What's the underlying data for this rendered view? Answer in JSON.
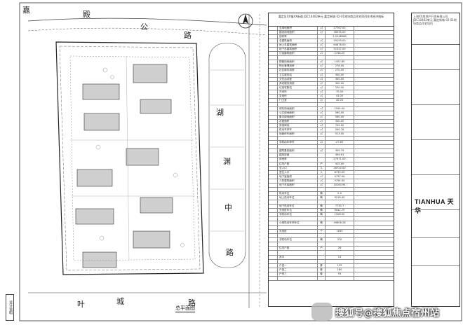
{
  "roads": {
    "top_left_char": "嘉",
    "top_1": "殿",
    "top_2": "公",
    "top_3": "路",
    "right_1": "湖",
    "right_2": "渊",
    "right_3": "中",
    "right_4": "路",
    "bottom_1": "叶",
    "bottom_2": "城",
    "bottom_3": "路"
  },
  "table": {
    "title": "嘉定区XX镇XX街道 JDC10402单元 嘉定新城 02-01地块商品住宅项目技术经济指标",
    "rows": [
      [
        "",
        "总用地面积",
        "㎡",
        "27767.00"
      ],
      [
        "",
        "建设用地面积",
        "㎡",
        "18035.00"
      ],
      [
        "",
        "容积率",
        "",
        "3.5248968"
      ],
      [
        "",
        "总建筑面积",
        "㎡",
        "59159.00"
      ],
      [
        "",
        "地上总建筑面积",
        "㎡",
        "64876.00"
      ],
      [
        "",
        "地下总建筑面积",
        "㎡",
        "51337.00"
      ],
      [
        "",
        "计容建筑面积",
        "㎡",
        "2748.20"
      ],
      [
        "",
        "",
        "",
        ""
      ],
      [
        "",
        "配套用房面积",
        "㎡",
        "1452.80"
      ],
      [
        "",
        "物业管理用房",
        "㎡",
        "278.00"
      ],
      [
        "",
        "社区服务用房",
        "㎡",
        "270.00"
      ],
      [
        "",
        "卫生服务站",
        "㎡",
        "300.00"
      ],
      [
        "",
        "文化活动室",
        "㎡",
        "300.00"
      ],
      [
        "",
        "养老服务用房",
        "㎡",
        "300.00"
      ],
      [
        "",
        "垃圾收集站",
        "㎡",
        "250.00"
      ],
      [
        "",
        "开闭所",
        "㎡",
        "70.00"
      ],
      [
        "",
        "变电所",
        "㎡",
        "43.00"
      ],
      [
        "",
        "门卫室",
        "㎡",
        "40.00"
      ],
      [
        "",
        "",
        "",
        ""
      ],
      [
        "",
        "绿化用地面积",
        "㎡",
        "1595.00"
      ],
      [
        "",
        "公共绿地面积",
        "㎡",
        "560.00"
      ],
      [
        "",
        "集中绿地面积",
        "㎡",
        "560.00"
      ],
      [
        "",
        "水面面积",
        "㎡",
        "330.00"
      ],
      [
        "",
        "其他绿地",
        "㎡",
        "705.00"
      ],
      [
        "",
        "机动车停车",
        "㎡",
        "540.76"
      ],
      [
        "",
        "地面停车面积",
        "㎡",
        "513.00"
      ],
      [
        "",
        "",
        "",
        ""
      ],
      [
        "",
        "非机动车停车",
        "㎡",
        "27.80"
      ],
      [
        "",
        "",
        "",
        ""
      ],
      [
        "",
        "建筑基底面积",
        "㎡",
        "309.79"
      ],
      [
        "",
        "建筑密度",
        "",
        "394.61"
      ],
      [
        "",
        "绿地率",
        "",
        "27971.00"
      ],
      [
        "",
        "住宅户数",
        "户",
        "425.00"
      ],
      [
        "",
        "总人口",
        "人",
        "26720.00"
      ],
      [
        "",
        "居住人口",
        "人",
        "8733.00"
      ],
      [
        "",
        "地下室面积",
        "㎡",
        "9732.06"
      ],
      [
        "",
        "人防建筑面积",
        "㎡",
        "9794.00"
      ],
      [
        "",
        "地下车库面积",
        "㎡",
        "10260.94"
      ],
      [
        "",
        "",
        "",
        ""
      ],
      [
        "",
        "机动车位",
        "辆",
        "2.0"
      ],
      [
        "",
        "地上机动车位",
        "辆",
        "9218.45"
      ],
      [
        "",
        "",
        "",
        ""
      ],
      [
        "",
        "地下机动车位",
        "辆",
        "7730.7"
      ],
      [
        "",
        "充电桩车位",
        "辆",
        "6042.70"
      ],
      [
        "",
        "非机动车位",
        "辆",
        "1508.00"
      ],
      [
        "",
        "",
        "",
        ""
      ],
      [
        "",
        "小型机动车停车位",
        "辆",
        "39808.26"
      ],
      [
        "",
        "",
        "",
        ""
      ],
      [
        "",
        "充电桩",
        "个",
        "1839"
      ],
      [
        "",
        "",
        "",
        ""
      ],
      [
        "",
        "非机动车位",
        "辆",
        "370"
      ],
      [
        "",
        "",
        "",
        ""
      ],
      [
        "",
        "住宅户数",
        "户",
        "26"
      ],
      [
        "",
        "",
        "",
        ""
      ],
      [
        "",
        "其中",
        "",
        "14"
      ],
      [
        "",
        "",
        "",
        ""
      ],
      [
        "",
        "户型一",
        "套",
        "125"
      ],
      [
        "",
        "户型二",
        "套",
        "180"
      ],
      [
        "",
        "户型三",
        "套",
        "93"
      ],
      [
        "",
        "",
        "",
        ""
      ]
    ]
  },
  "titleblock": {
    "header": "上海XX房地产开发有限公司 JDC10402单元 嘉定新城 02-01地块商品住宅项目",
    "logo": "TIANHUA 天华",
    "drawing_title": "总平面图"
  },
  "watermark": {
    "text": "搜狐号@搜狐焦点宿州站"
  },
  "side_tag": "设计说明"
}
